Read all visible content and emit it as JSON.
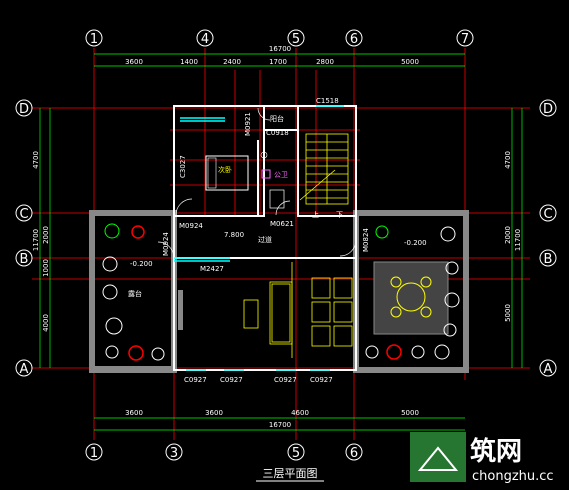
{
  "axes_top": [
    "1",
    "4",
    "5",
    "6",
    "7"
  ],
  "axes_bottom": [
    "1",
    "3",
    "5",
    "6"
  ],
  "axes_side": [
    "D",
    "C",
    "B",
    "A"
  ],
  "dims_top_total": "16700",
  "dims_top": [
    "3600",
    "1400",
    "2400",
    "1700",
    "2800",
    "5000"
  ],
  "dims_bottom": [
    "3600",
    "3600",
    "4600",
    "5000"
  ],
  "dims_bottom_total": "16700",
  "dims_left": [
    "4700",
    "2000",
    "1000",
    "4000"
  ],
  "dims_left_total": "11700",
  "dims_right": [
    "4700",
    "2000",
    "5000"
  ],
  "dims_right_total": "11700",
  "labels": {
    "c1518": "C1518",
    "balcony_small": "阳台",
    "m0921": "M0921",
    "c0918": "C0918",
    "c3027": "C3027",
    "bedroom": "次卧",
    "bathroom": "公卫",
    "m0924a": "M0924",
    "m0621": "M0621",
    "elev": "7.800",
    "corridor": "过道",
    "up": "上",
    "down": "下",
    "m0924b": "M0924",
    "m0824": "M0824",
    "m2427": "M2427",
    "level_left": "-0.200",
    "level_right": "-0.200",
    "terrace": "露台",
    "c0927_1": "C0927",
    "c0927_2": "C0927",
    "c0927_3": "C0927",
    "c0927_4": "C0927"
  },
  "title": "三层平面图",
  "watermark": {
    "cn": "筑网",
    "url": "chongzhu.cc"
  },
  "colors": {
    "bg": "#000000",
    "grid": "#ff0000",
    "wall": "#ffffff",
    "dim": "#00ff00",
    "accent": "#ffff00",
    "window": "#00ffff"
  }
}
